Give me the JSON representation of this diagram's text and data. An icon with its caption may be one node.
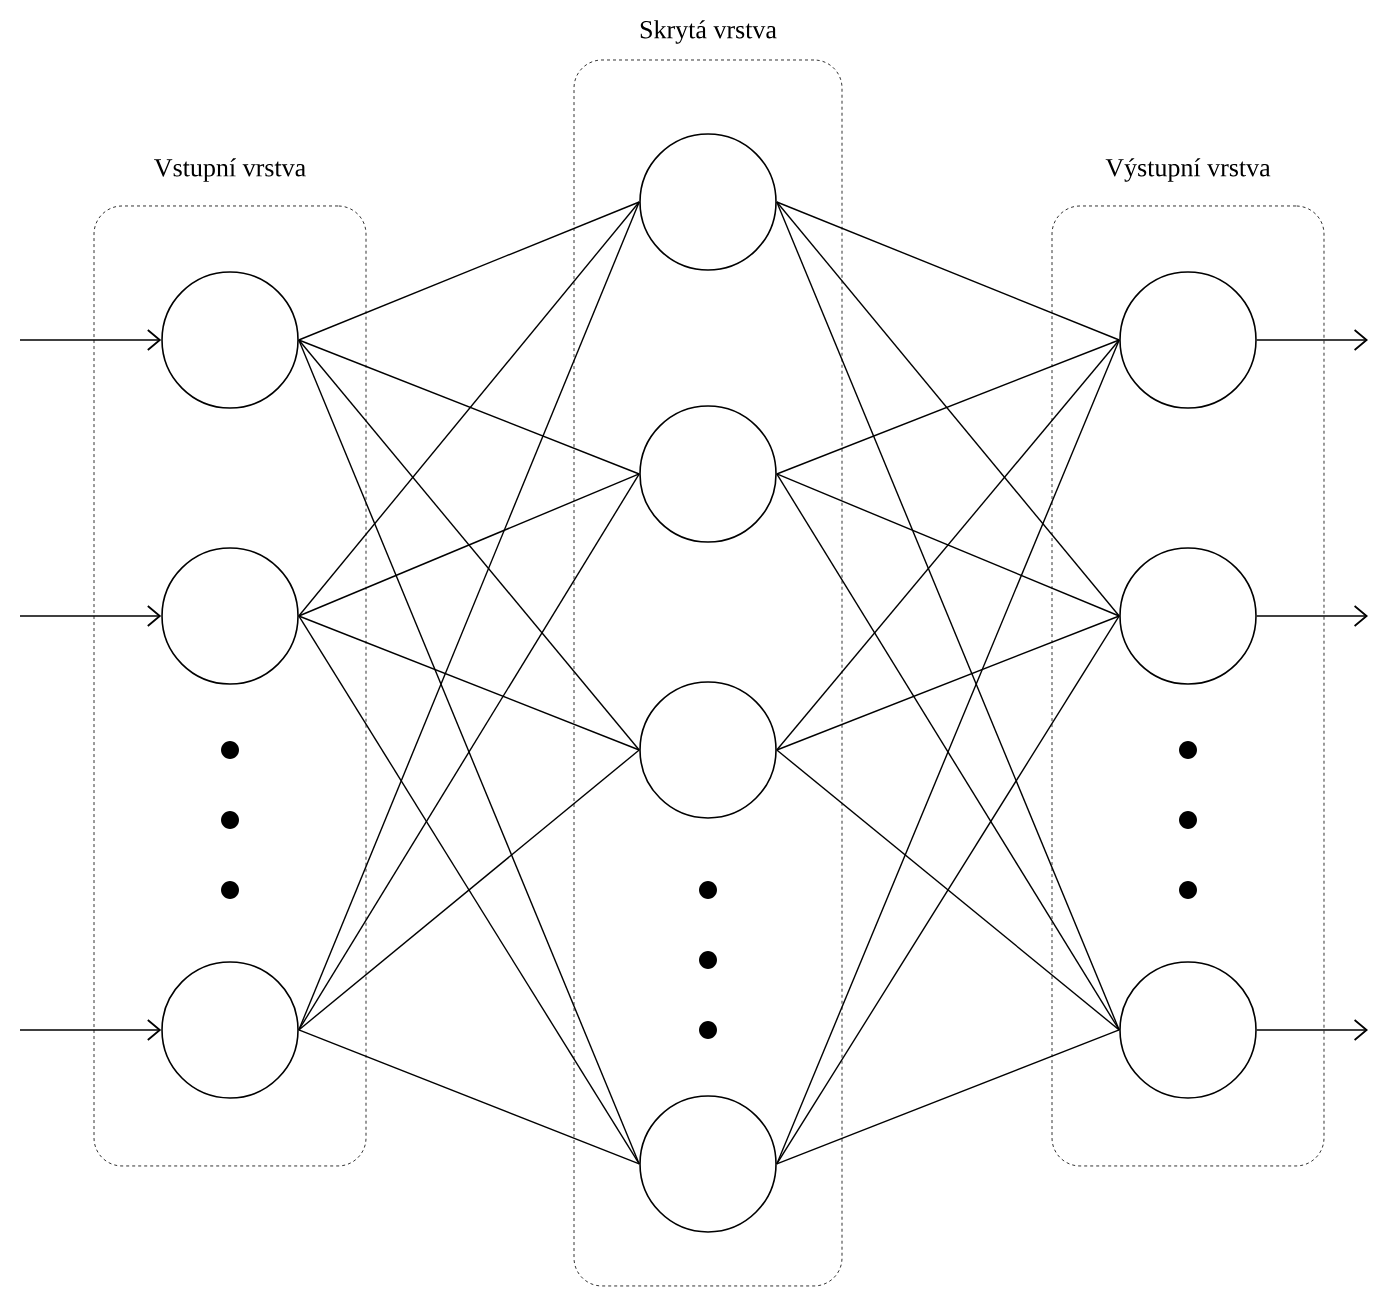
{
  "diagram": {
    "nodes": [
      {
        "text": [
          "Vstupní vrstva"
        ]
      },
      {
        "text": [],
        "shape": "circle",
        "in": 0
      },
      {
        "text": [],
        "shape": "circle",
        "in": 0
      },
      {
        "text": [],
        "shape": "circle",
        "in": 0
      },
      {
        "text": [
          "Skrytá vrstva"
        ]
      },
      {
        "text": [],
        "shape": "circle",
        "in": 4
      },
      {
        "text": [],
        "shape": "circle",
        "in": 4
      },
      {
        "text": [],
        "shape": "circle",
        "in": 4
      },
      {
        "text": [],
        "shape": "circle",
        "in": 4
      },
      {
        "text": [
          "Výstupní vrstva"
        ]
      },
      {
        "text": [],
        "shape": "circle",
        "in": 9
      },
      {
        "text": [],
        "shape": "circle",
        "in": 9
      },
      {
        "text": [],
        "shape": "circle",
        "in": 9
      }
    ],
    "edges": [
      {
        "from": null,
        "to": 1,
        "arrow": "to"
      },
      {
        "from": null,
        "to": 2,
        "arrow": "to"
      },
      {
        "from": null,
        "to": 3,
        "arrow": "to"
      },
      {
        "from": 1,
        "to": 5,
        "arrow": "none"
      },
      {
        "from": 1,
        "to": 6,
        "arrow": "none"
      },
      {
        "from": 1,
        "to": 7,
        "arrow": "none"
      },
      {
        "from": 1,
        "to": 8,
        "arrow": "none"
      },
      {
        "from": 2,
        "to": 5,
        "arrow": "none"
      },
      {
        "from": 2,
        "to": 6,
        "arrow": "none"
      },
      {
        "from": 2,
        "to": 7,
        "arrow": "none"
      },
      {
        "from": 2,
        "to": 8,
        "arrow": "none"
      },
      {
        "from": 3,
        "to": 5,
        "arrow": "none"
      },
      {
        "from": 3,
        "to": 6,
        "arrow": "none"
      },
      {
        "from": 3,
        "to": 7,
        "arrow": "none"
      },
      {
        "from": 3,
        "to": 8,
        "arrow": "none"
      },
      {
        "from": 5,
        "to": 10,
        "arrow": "none"
      },
      {
        "from": 5,
        "to": 11,
        "arrow": "none"
      },
      {
        "from": 5,
        "to": 12,
        "arrow": "none"
      },
      {
        "from": 6,
        "to": 10,
        "arrow": "none"
      },
      {
        "from": 6,
        "to": 11,
        "arrow": "none"
      },
      {
        "from": 6,
        "to": 12,
        "arrow": "none"
      },
      {
        "from": 7,
        "to": 10,
        "arrow": "none"
      },
      {
        "from": 7,
        "to": 11,
        "arrow": "none"
      },
      {
        "from": 7,
        "to": 12,
        "arrow": "none"
      },
      {
        "from": 8,
        "to": 10,
        "arrow": "none"
      },
      {
        "from": 8,
        "to": 11,
        "arrow": "none"
      },
      {
        "from": 8,
        "to": 12,
        "arrow": "none"
      },
      {
        "from": 10,
        "to": null,
        "arrow": "to"
      },
      {
        "from": 11,
        "to": null,
        "arrow": "to"
      },
      {
        "from": 12,
        "to": null,
        "arrow": "to"
      }
    ]
  }
}
